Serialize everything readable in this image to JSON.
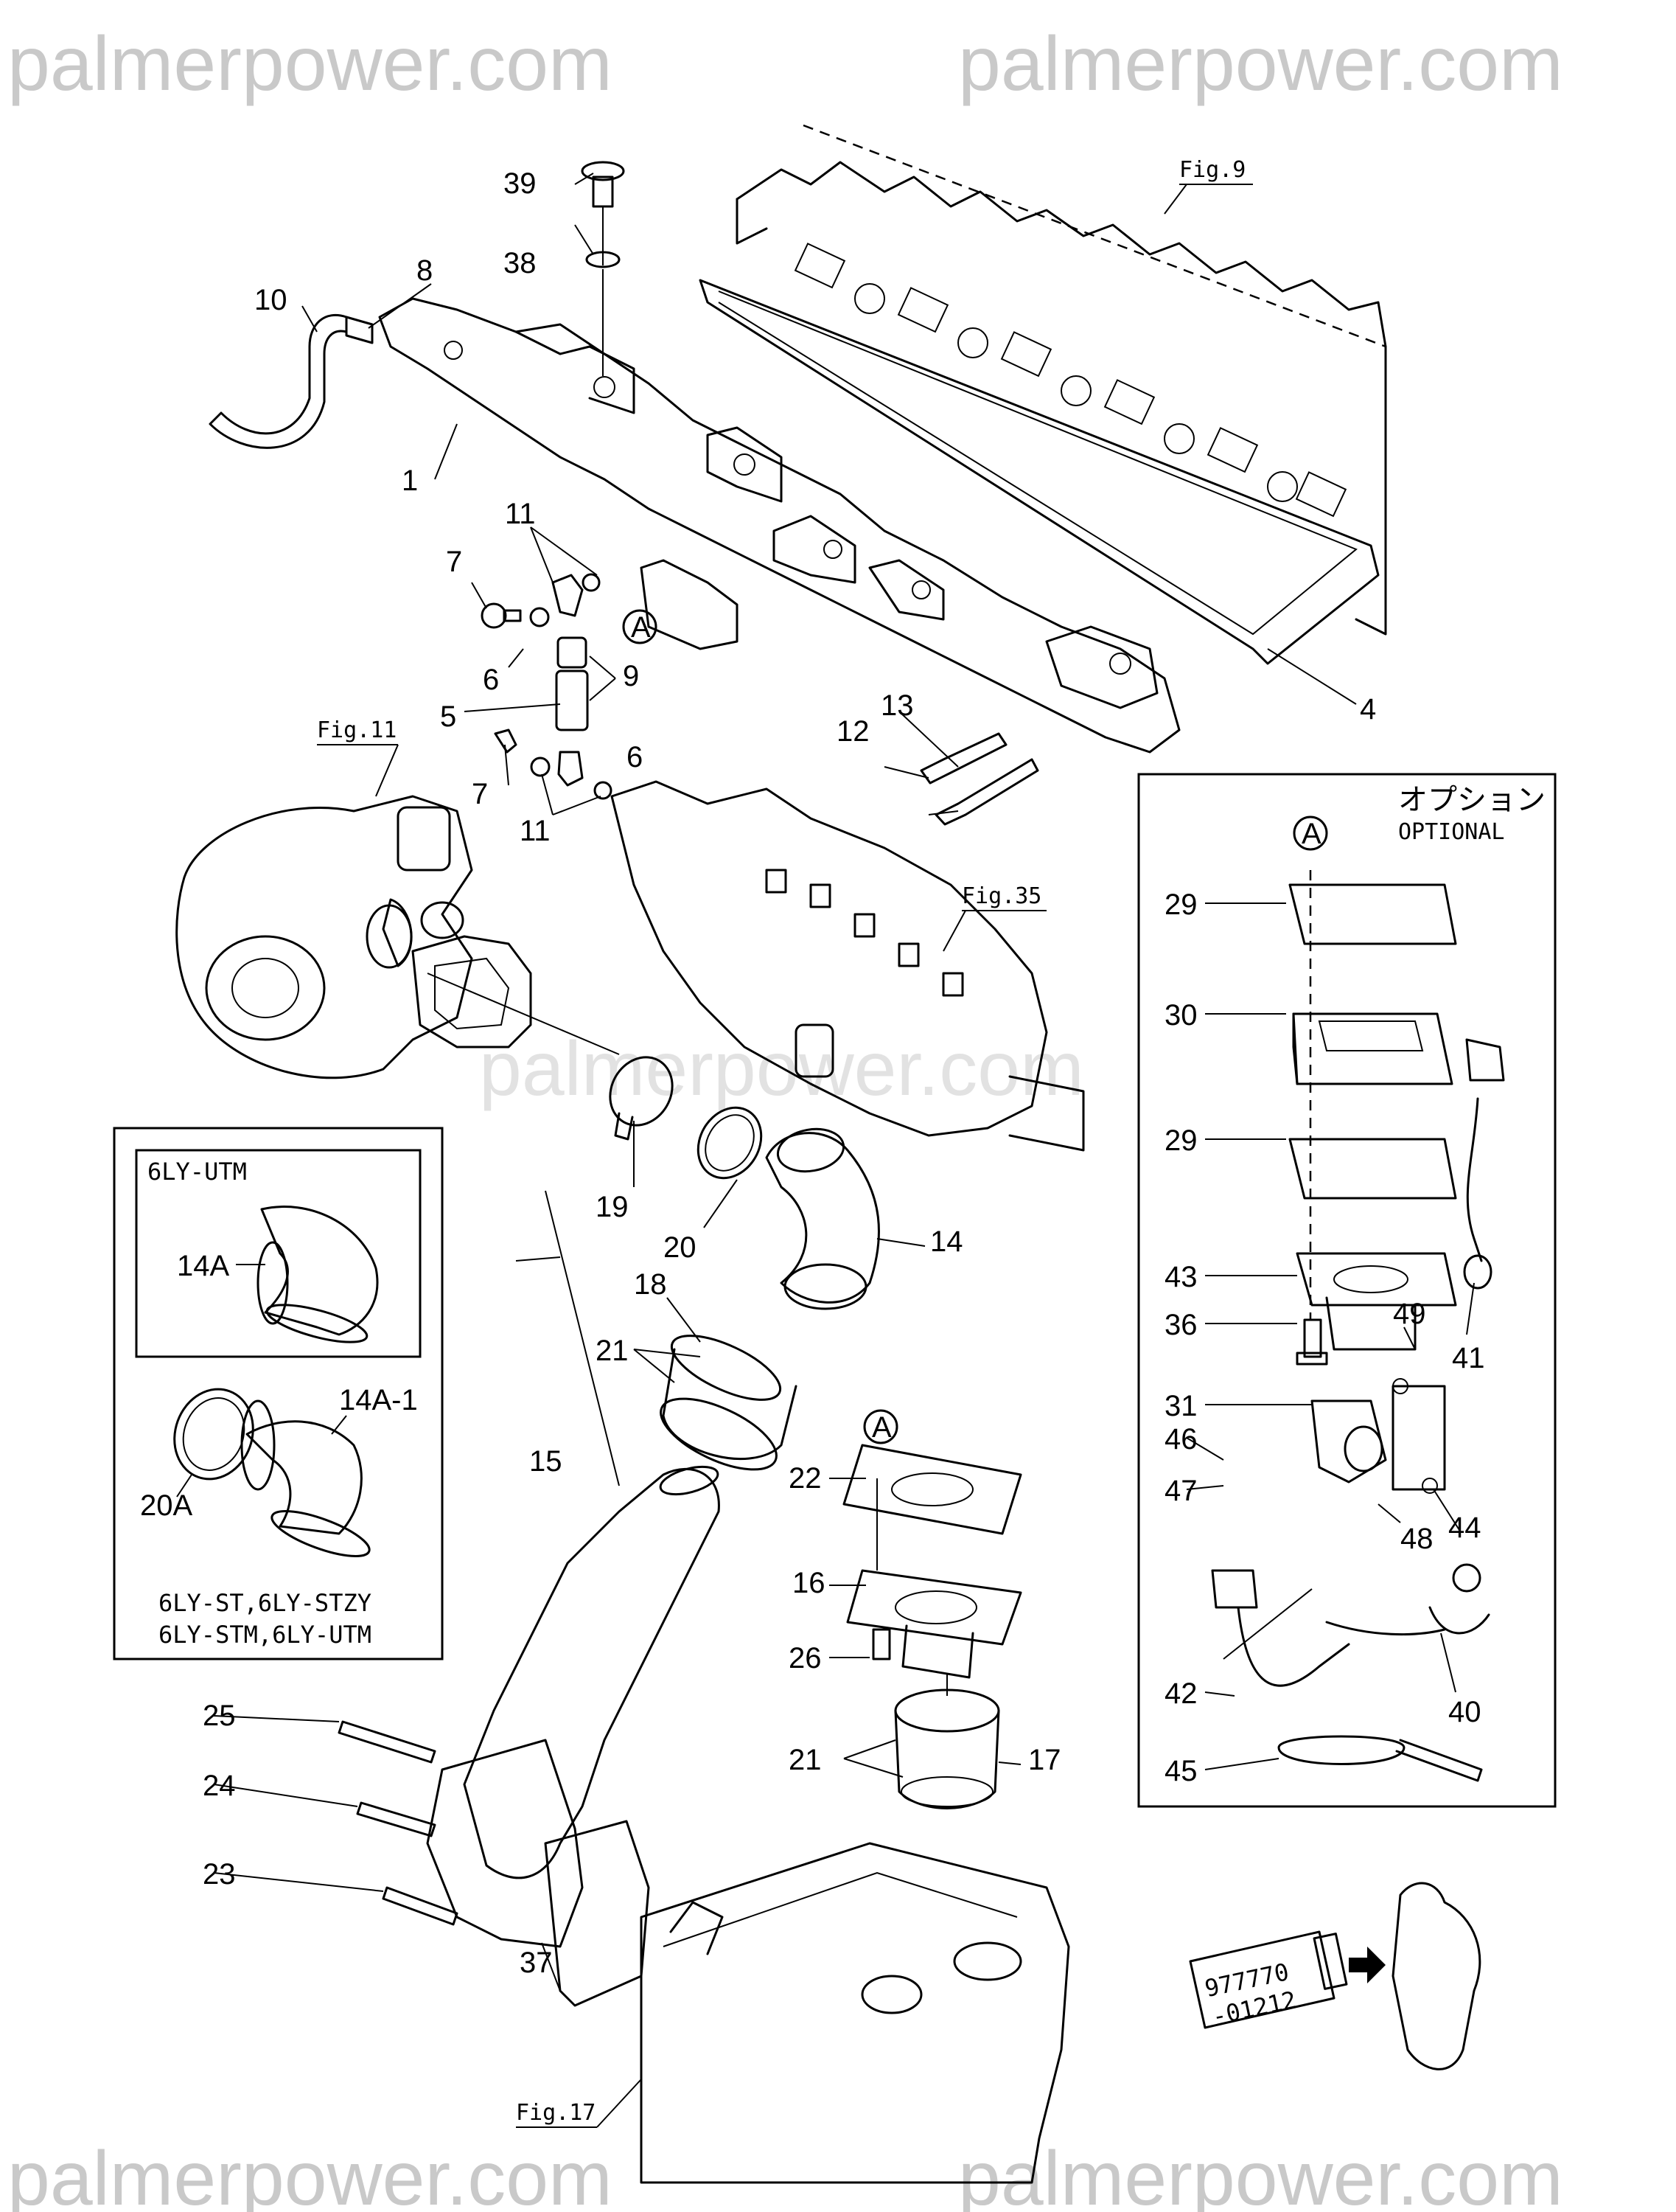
{
  "watermarks": {
    "top_left": "palmerpower.com",
    "top_right": "palmerpower.com",
    "center": "palmerpower.com",
    "bottom_left": "palmerpower.com",
    "bottom_right": "palmerpower.com"
  },
  "figure_refs": {
    "fig9": "Fig.9",
    "fig11": "Fig.11",
    "fig35": "Fig.35",
    "fig17": "Fig.17"
  },
  "callouts": {
    "c1": "1",
    "c4": "4",
    "c5": "5",
    "c6a": "6",
    "c6b": "6",
    "c7a": "7",
    "c7b": "7",
    "c8": "8",
    "c9": "9",
    "c10": "10",
    "c11a": "11",
    "c11b": "11",
    "c12": "12",
    "c13": "13",
    "c14": "14",
    "c15": "15",
    "c16": "16",
    "c17": "17",
    "c18": "18",
    "c19": "19",
    "c20": "20",
    "c21a": "21",
    "c21b": "21",
    "c22": "22",
    "c23": "23",
    "c24": "24",
    "c25": "25",
    "c26": "26",
    "c29a": "29",
    "c29b": "29",
    "c30": "30",
    "c31": "31",
    "c36": "36",
    "c37": "37",
    "c38": "38",
    "c39": "39",
    "c40": "40",
    "c41": "41",
    "c42": "42",
    "c43": "43",
    "c44": "44",
    "c45": "45",
    "c46": "46",
    "c47": "47",
    "c48": "48",
    "c49": "49",
    "c14a": "14A",
    "c14a1": "14A-1",
    "c20a": "20A",
    "markA1": "A",
    "markA2": "A",
    "markA3": "A"
  },
  "inset": {
    "title": "6LY-UTM",
    "models_line1": "6LY-ST,6LY-STZY",
    "models_line2": "6LY-STM,6LY-UTM"
  },
  "optional_box": {
    "title_jp": "オプション",
    "title_en": "OPTIONAL"
  },
  "sealant_tube": {
    "line1": "977770",
    "line2": "-01212"
  }
}
